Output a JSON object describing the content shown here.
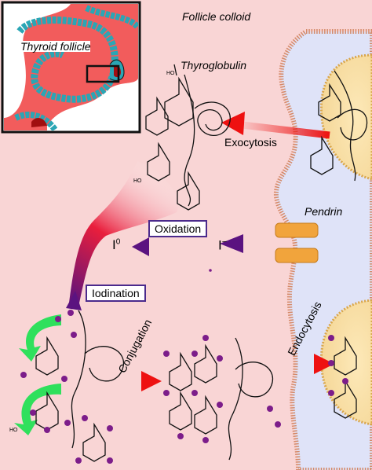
{
  "labels": {
    "follicle_colloid": "Follicle colloid",
    "thyroid_follicle": "Thyroid follicle",
    "thyroglobulin": "Thyroglobulin",
    "exocytosis": "Exocytosis",
    "pendrin": "Pendrin",
    "oxidation": "Oxidation",
    "iodine_molecule": "I",
    "iodine_molecule_sup": "0",
    "iodide": "I",
    "iodide_sup": "−",
    "iodination": "Iodination",
    "conjugation": "Conjugation",
    "endocytosis": "Endocytosis",
    "hydroxyl": "HO"
  },
  "colors": {
    "colloid": "#f9d5d5",
    "cell_body": "#dfe3f8",
    "nucleus": "#fbe5b0",
    "membrane": "#d48a6a",
    "arrow_red": "#ee1111",
    "arrow_purple": "#5b1380",
    "arrow_green": "#2fe05c",
    "iodine_dot": "#7c1d8a",
    "pendrin": "#f1a43c",
    "inset_follicle": "#f25c5c",
    "inset_cell": "#2aa6b5"
  }
}
